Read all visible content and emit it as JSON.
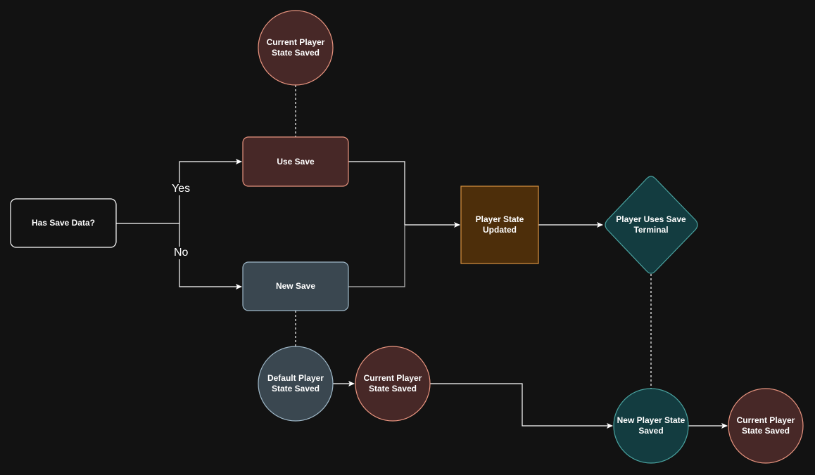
{
  "colors": {
    "background": "#121212",
    "red_fill": "#472827",
    "red_stroke": "#e8947f",
    "slate_fill": "#3a4750",
    "slate_stroke": "#9fb8c8",
    "brown_fill": "#4d2e0a",
    "brown_stroke": "#d99340",
    "teal_fill": "#133c40",
    "teal_stroke": "#4aa3a0"
  },
  "nodes": {
    "has_save_data": "Has Save Data?",
    "use_save": "Use Save",
    "new_save": "New Save",
    "current_state_saved_top": "Current Player State Saved",
    "player_state_updated": "Player State Updated",
    "player_uses_save_terminal": "Player Uses Save Terminal",
    "default_state_saved": "Default Player State Saved",
    "current_state_saved_mid": "Current Player State Saved",
    "new_state_saved": "New Player State Saved",
    "current_state_saved_right": "Current Player State Saved"
  },
  "edges": {
    "yes": "Yes",
    "no": "No"
  }
}
